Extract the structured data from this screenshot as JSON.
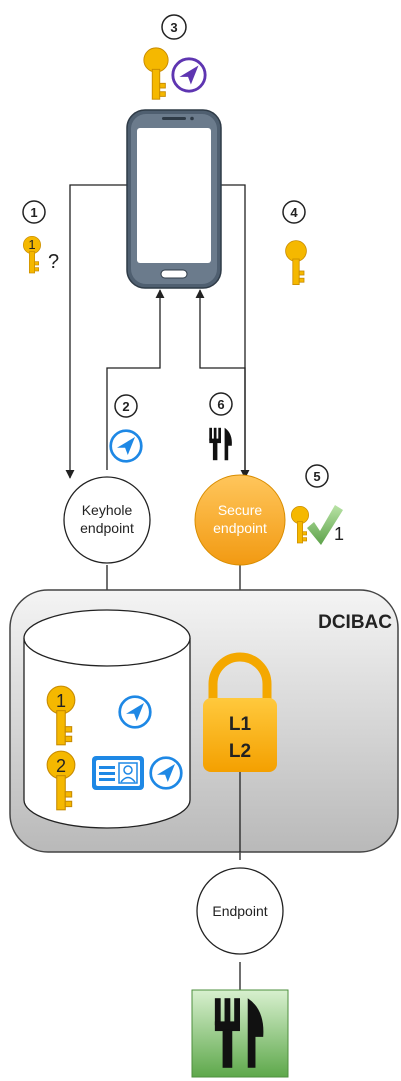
{
  "steps": {
    "s1": "1",
    "s2": "2",
    "s3": "3",
    "s4": "4",
    "s5": "5",
    "s6": "6"
  },
  "key1_question": "?",
  "key_badge_1": "1",
  "key_badge_2": "1",
  "key_badge_3": "2",
  "check_count": "1",
  "keyhole_endpoint": {
    "line1": "Keyhole",
    "line2": "endpoint"
  },
  "secure_endpoint": {
    "line1": "Secure",
    "line2": "endpoint"
  },
  "dcibac_title": "DCIBAC",
  "lock": {
    "line1": "L1",
    "line2": "L2"
  },
  "endpoint_label": "Endpoint",
  "colors": {
    "key": "#F5B800",
    "key_stroke": "#C78A00",
    "nav_blue": "#1E88E5",
    "nav_purple": "#5E35B1",
    "secure_orange": "#F5A623",
    "phone_body": "#5B6B7B",
    "box_grey": "#D9D9D9",
    "food_green": "#7BC26A"
  },
  "icons": [
    "phone-icon",
    "key-icon",
    "navigation-icon",
    "id-card-icon",
    "fork-knife-icon",
    "lock-icon",
    "check-icon",
    "database-icon"
  ]
}
